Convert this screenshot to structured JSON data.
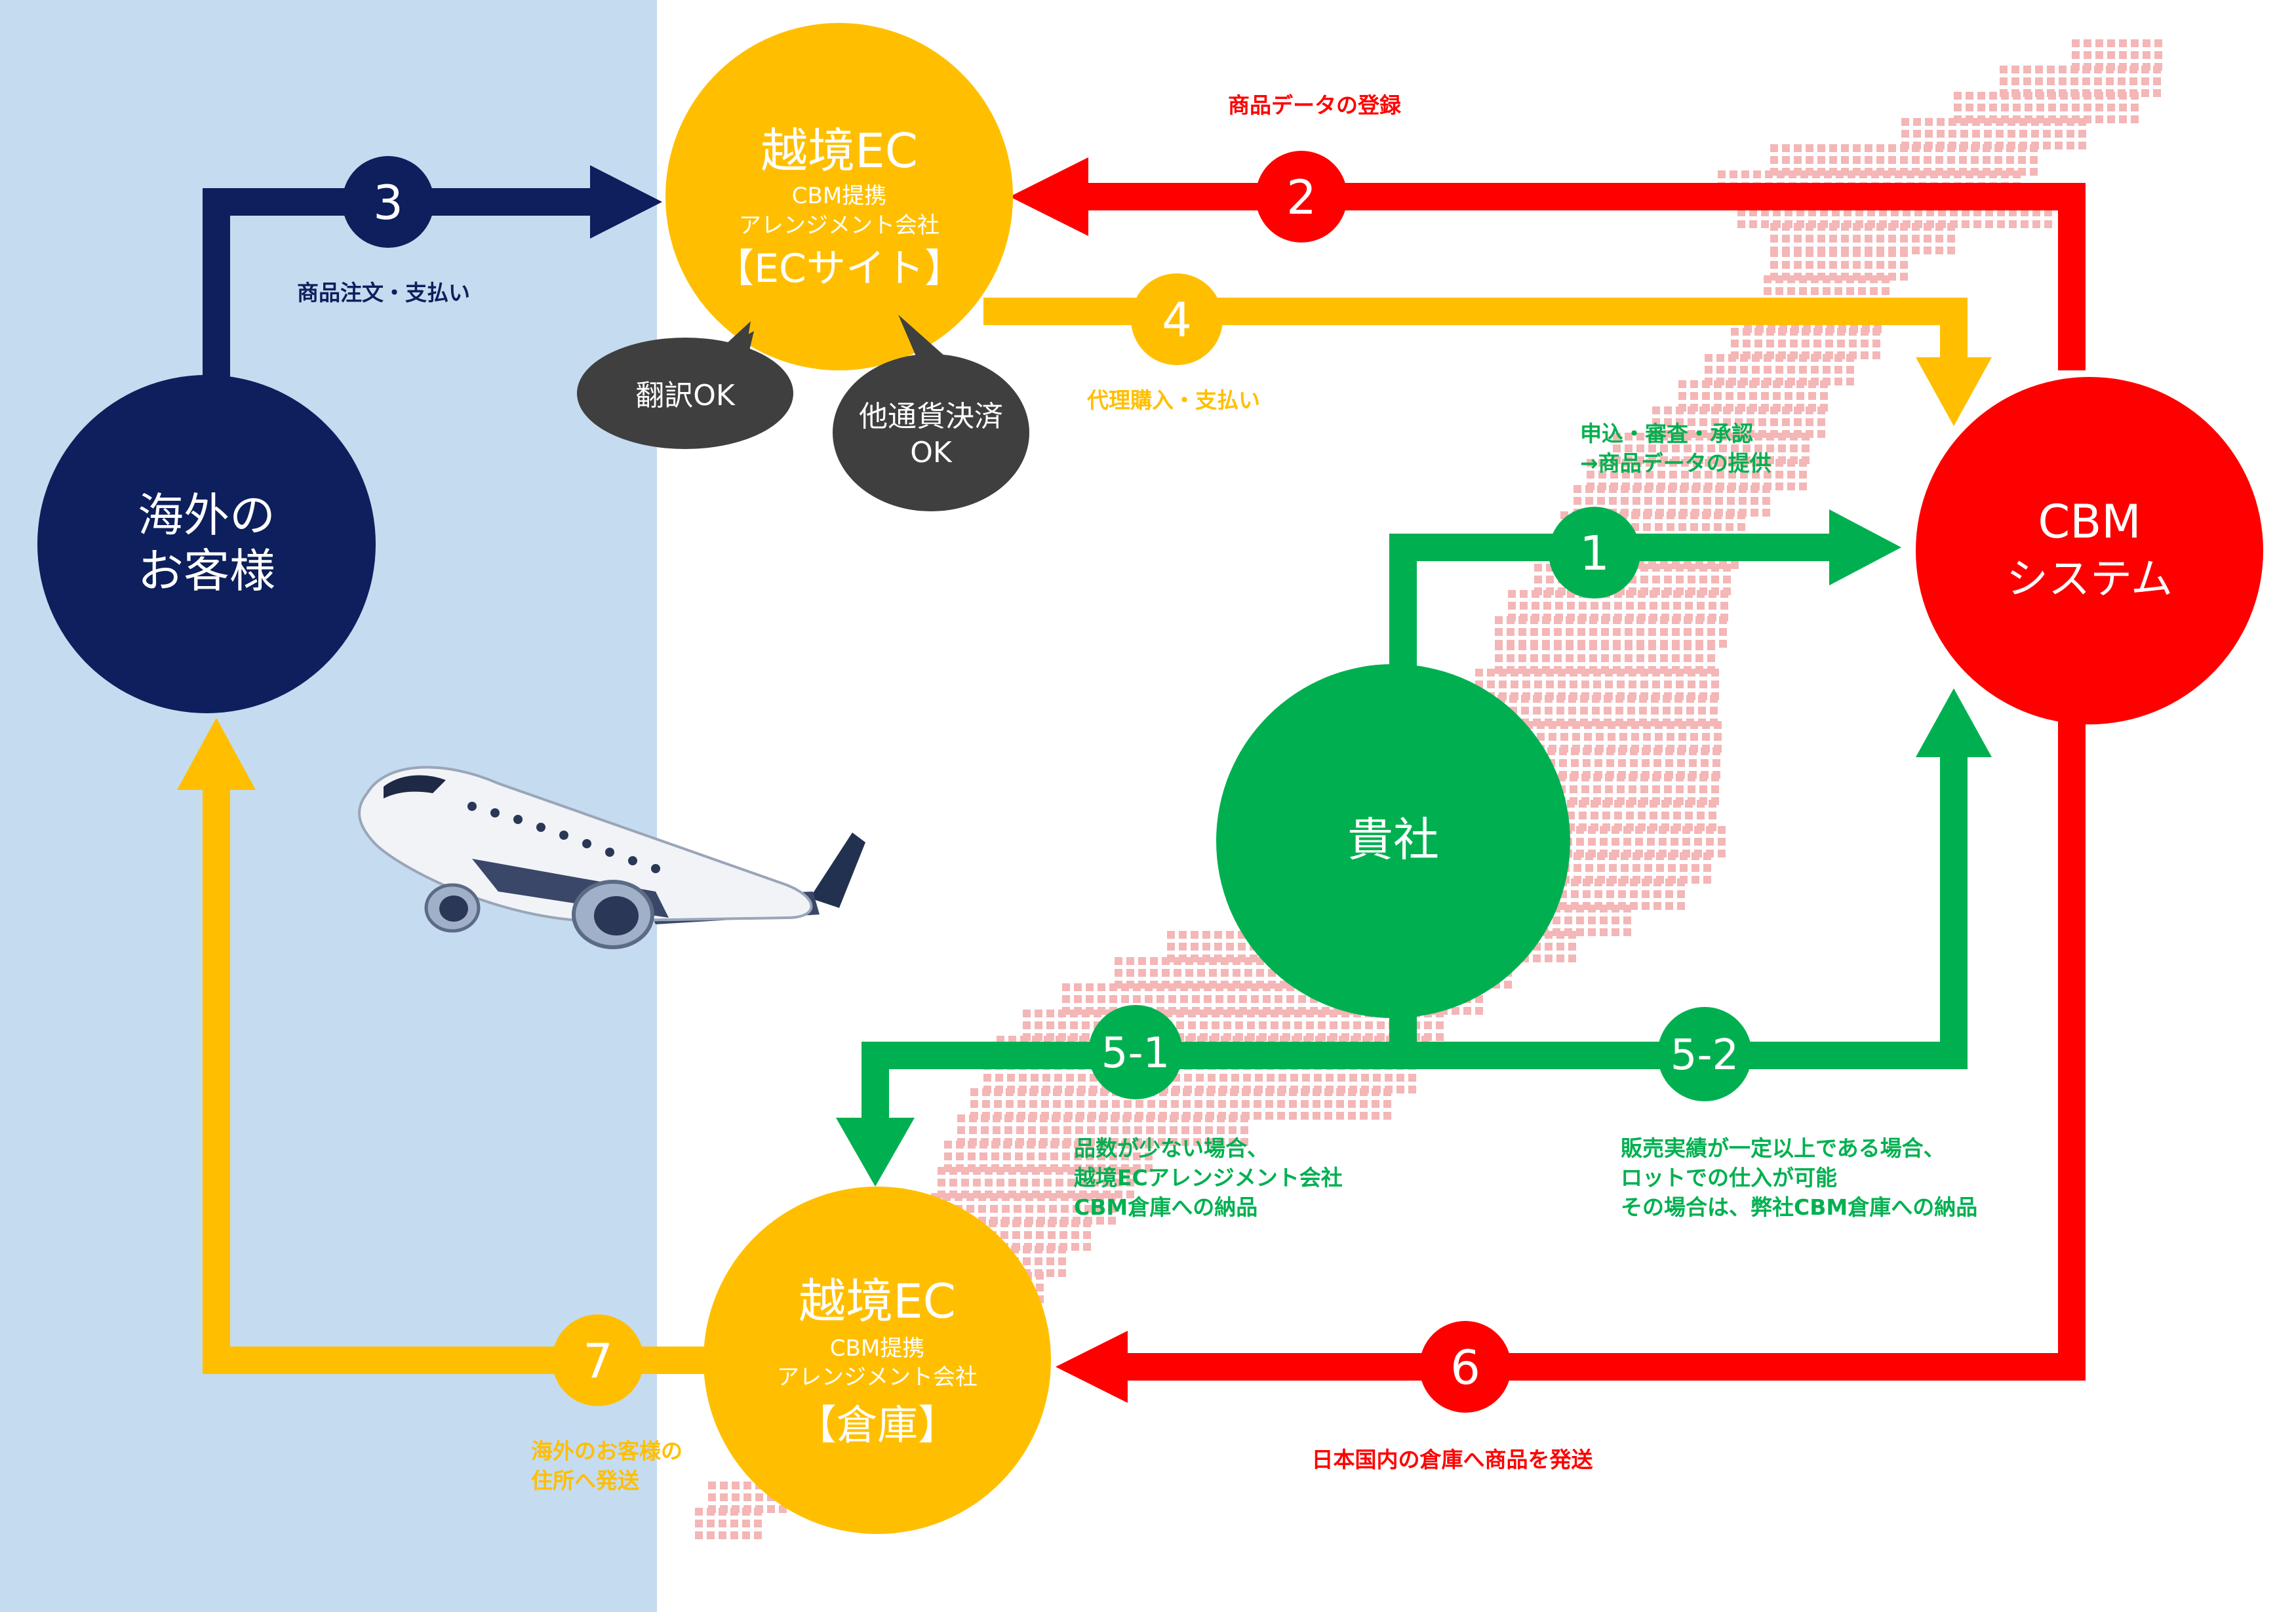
{
  "nodes": {
    "customer": {
      "line1": "海外の",
      "line2": "お客様"
    },
    "ec_site": {
      "title": "越境EC",
      "sub1": "CBM提携",
      "sub2": "アレンジメント会社",
      "tag": "【ECサイト】"
    },
    "cbm": {
      "line1": "CBM",
      "line2": "システム"
    },
    "company": {
      "label": "貴社"
    },
    "warehouse": {
      "title": "越境EC",
      "sub1": "CBM提携",
      "sub2": "アレンジメント会社",
      "tag": "【倉庫】"
    }
  },
  "bubbles": {
    "translate": "翻訳OK",
    "currency_line1": "他通貨決済",
    "currency_line2": "OK"
  },
  "steps": {
    "s1": "1",
    "s2": "2",
    "s3": "3",
    "s4": "4",
    "s5_1": "5-1",
    "s5_2": "5-2",
    "s6": "6",
    "s7": "7"
  },
  "labels": {
    "step1_line1": "申込・審査・承認",
    "step1_line2": "→商品データの提供",
    "step2": "商品データの登録",
    "step3": "商品注文・支払い",
    "step4": "代理購入・支払い",
    "step5_1_line1": "品数が少ない場合、",
    "step5_1_line2": "越境ECアレンジメント会社",
    "step5_1_line3": "CBM倉庫への納品",
    "step5_2_line1": "販売実績が一定以上である場合、",
    "step5_2_line2": "ロットでの仕入が可能",
    "step5_2_line3": "その場合は、弊社CBM倉庫への納品",
    "step6": "日本国内の倉庫へ商品を発送",
    "step7_line1": "海外のお客様の",
    "step7_line2": "住所へ発送"
  },
  "colors": {
    "navy": "#0d1f5c",
    "yellow": "#ffbf00",
    "red": "#ff0000",
    "green": "#00b050",
    "bubble": "#3f3f3f",
    "map_dots": "#f4b6b6",
    "left_panel": "#c5dbf0"
  },
  "icons": {
    "airplane": "airplane-icon",
    "japan_map": "japan-dot-map"
  }
}
